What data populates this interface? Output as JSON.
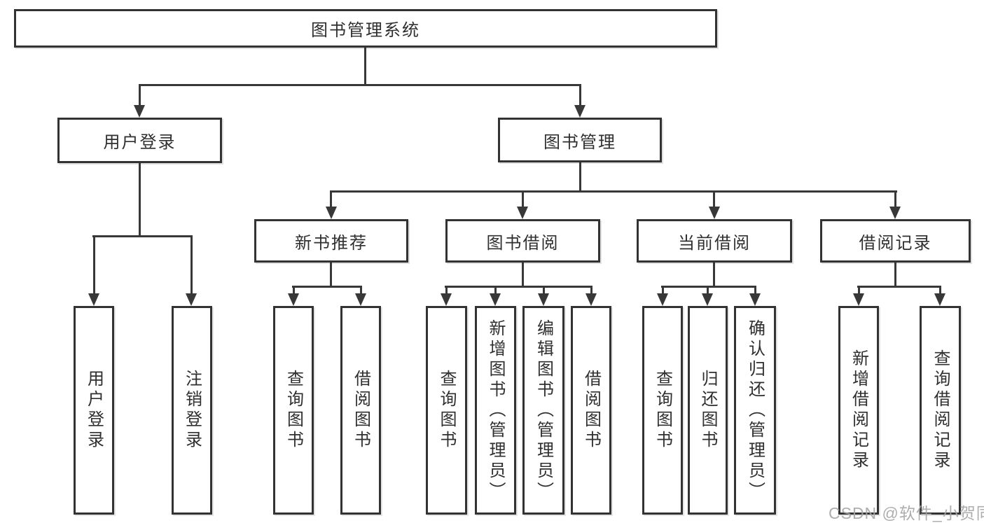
{
  "diagram": {
    "watermark": "CSDN @软件_小贺同学",
    "colors": {
      "line": "#383838",
      "box_border": "#333333",
      "text": "#2f2f2f",
      "watermark": "#a5a5a5",
      "background": "#ffffff"
    },
    "tree": {
      "root": "图书管理系统",
      "branches": [
        {
          "label": "用户登录",
          "leaves": [
            "用户登录",
            "注销登录"
          ]
        },
        {
          "label": "图书管理",
          "children": [
            {
              "label": "新书推荐",
              "leaves": [
                "查询图书",
                "借阅图书"
              ]
            },
            {
              "label": "图书借阅",
              "leaves": [
                "查询图书",
                "新增图书（管理员）",
                "编辑图书（管理员）",
                "借阅图书"
              ]
            },
            {
              "label": "当前借阅",
              "leaves": [
                "查询图书",
                "归还图书",
                "确认归还（管理员）"
              ]
            },
            {
              "label": "借阅记录",
              "leaves": [
                "新增借阅记录",
                "查询借阅记录"
              ]
            }
          ]
        }
      ]
    }
  }
}
